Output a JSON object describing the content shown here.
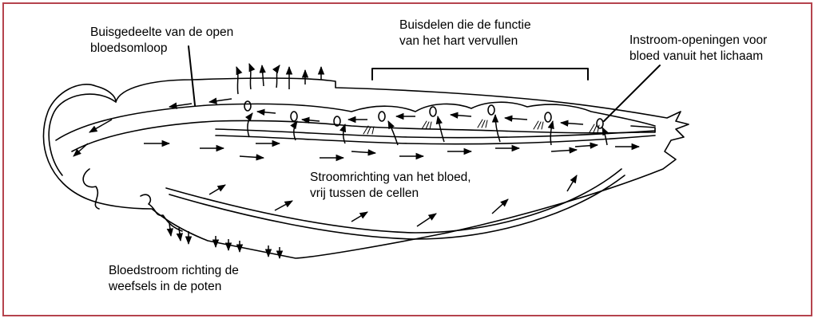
{
  "colors": {
    "frame_border": "#b5434d",
    "line": "#000000",
    "background": "#ffffff"
  },
  "labels": {
    "open_circulation": {
      "line1": "Buisgedeelte van de open",
      "line2": "bloedsomloop"
    },
    "heart_function": {
      "line1": "Buisdelen die de functie",
      "line2": "van het hart vervullen"
    },
    "inflow_openings": {
      "line1": "Instroom-openingen  voor",
      "line2": "bloed vanuit het lichaam"
    },
    "flow_direction": {
      "line1": "Stroomrichting van het bloed,",
      "line2": "vrij tussen de cellen"
    },
    "leg_flow": {
      "line1": "Bloedstroom richting de",
      "line2": "weefsels in de poten"
    }
  }
}
